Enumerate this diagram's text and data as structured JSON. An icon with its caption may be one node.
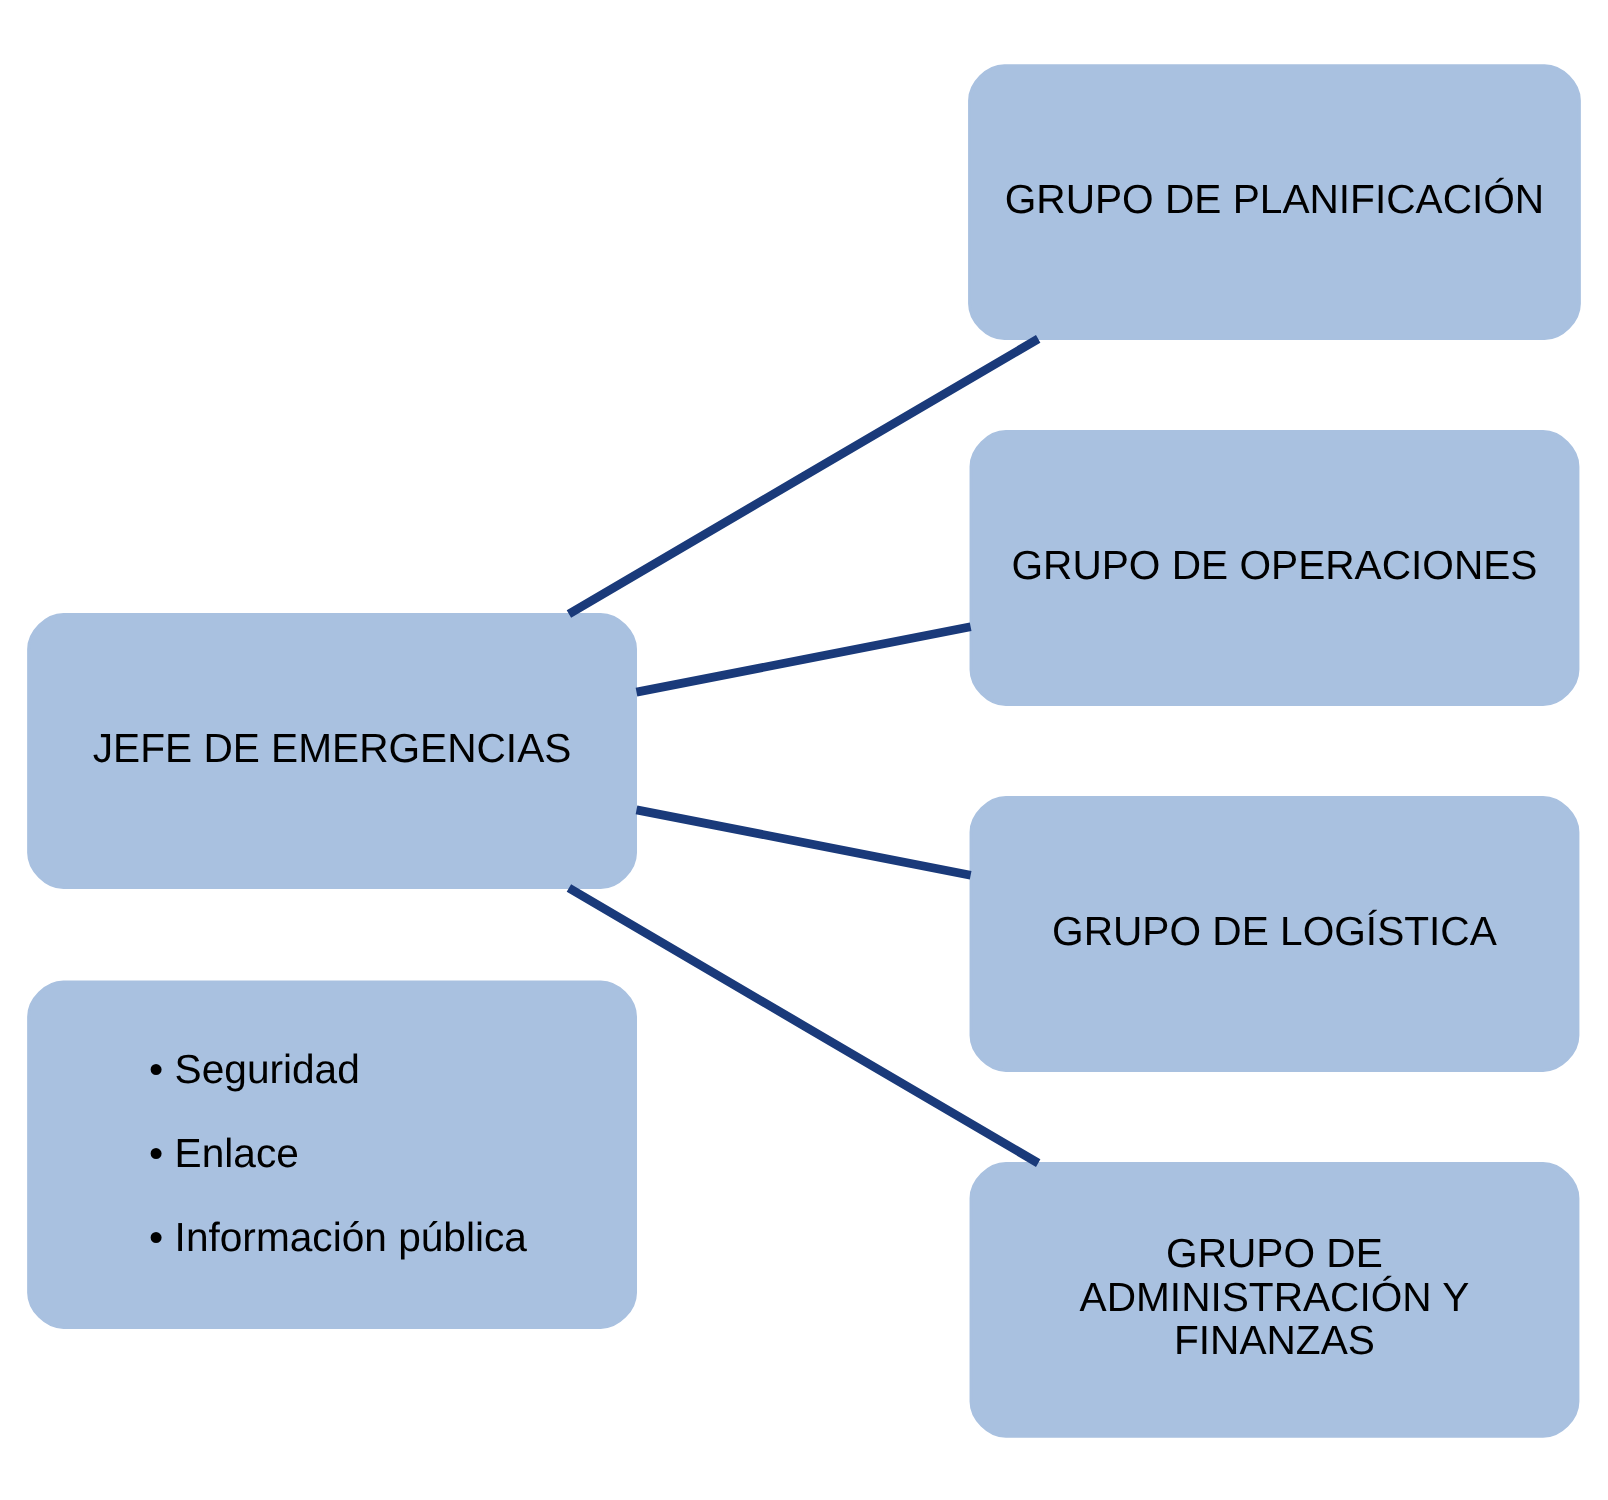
{
  "diagram": {
    "nodes": [
      {
        "text": [
          "JEFE DE EMERGENCIAS"
        ]
      },
      {
        "text": [
          "GRUPO DE PLANIFICACIÓN"
        ]
      },
      {
        "text": [
          "GRUPO DE OPERACIONES"
        ]
      },
      {
        "text": [
          "GRUPO DE LOGÍSTICA"
        ]
      },
      {
        "text": [
          "GRUPO DE ADMINISTRACIÓN Y FINANZAS"
        ]
      },
      {
        "text": [
          "• Seguridad",
          "• Enlace",
          "• Información pública"
        ]
      }
    ],
    "edges": [
      {
        "from": 0,
        "to": 1,
        "arrow": "none"
      },
      {
        "from": 0,
        "to": 2,
        "arrow": "none"
      },
      {
        "from": 0,
        "to": 3,
        "arrow": "none"
      },
      {
        "from": 0,
        "to": 4,
        "arrow": "none"
      }
    ]
  }
}
